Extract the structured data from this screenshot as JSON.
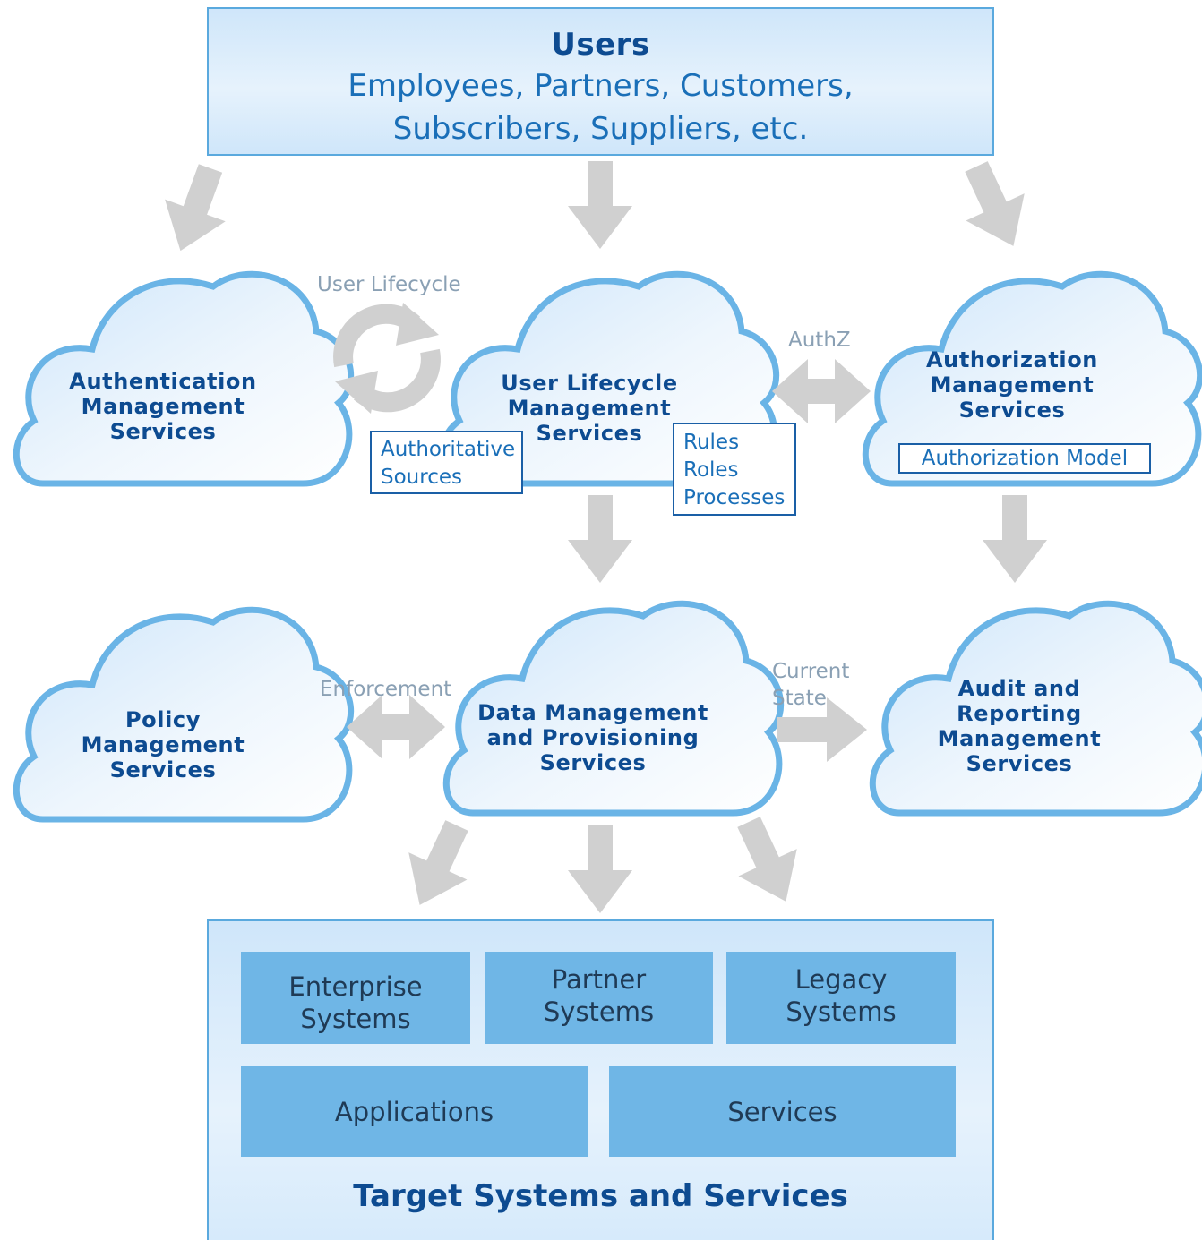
{
  "users": {
    "title": "Users",
    "line1": "Employees, Partners, Customers,",
    "line2": "Subscribers, Suppliers, etc."
  },
  "clouds": {
    "authentication": [
      "Authentication",
      "Management",
      "Services"
    ],
    "user_lifecycle": [
      "User Lifecycle",
      "Management",
      "Services"
    ],
    "authorization": [
      "Authorization",
      "Management",
      "Services"
    ],
    "policy": [
      "Policy",
      "Management",
      "Services"
    ],
    "data_management": [
      "Data Management",
      "and Provisioning",
      "Services"
    ],
    "audit": [
      "Audit and",
      "Reporting",
      "Management",
      "Services"
    ]
  },
  "labels": {
    "user_lifecycle_cycle": "User Lifecycle",
    "authz": "AuthZ",
    "enforcement": "Enforcement",
    "current_state": [
      "Current",
      "State"
    ]
  },
  "boxes": {
    "authoritative_sources": [
      "Authoritative",
      "Sources"
    ],
    "rules_roles_processes": [
      "Rules",
      "Roles",
      "Processes"
    ],
    "authorization_model": "Authorization Model"
  },
  "target": {
    "title": "Target Systems and Services",
    "systems": {
      "enterprise": [
        "Enterprise",
        "Systems"
      ],
      "partner": [
        "Partner",
        "Systems"
      ],
      "legacy": [
        "Legacy",
        "Systems"
      ],
      "applications": "Applications",
      "services": "Services"
    }
  },
  "colors": {
    "title_blue": "#0d4b91",
    "text_blue": "#1a6fb8",
    "cloud_outline": "#6ab4e6",
    "arrow_gray": "#d0d0d0",
    "system_fill": "#6fb6e6"
  }
}
